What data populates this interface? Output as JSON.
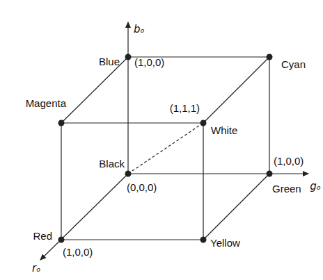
{
  "diagram": {
    "labels": [
      "bₒ",
      "Blue",
      "(1,0,0)",
      "Cyan",
      "Magenta",
      "(1,1,1)",
      "White",
      "Black",
      "(1,0,0)",
      "(0,0,0)",
      "Green",
      "gₒ",
      "Red",
      "Yellow",
      "(1,0,0)",
      "rₒ"
    ]
  }
}
